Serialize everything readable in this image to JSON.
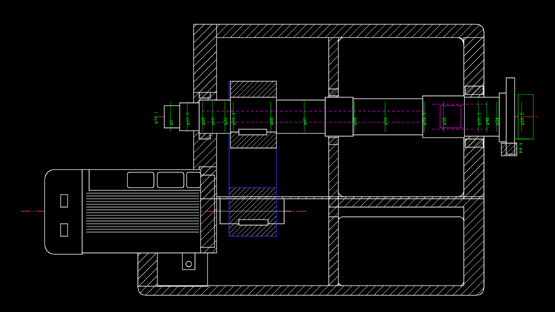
{
  "drawing": {
    "background": "#000000",
    "colors": {
      "outline": "#ffffff",
      "hatch": "#ffffff",
      "dimension": "#00ff00",
      "centerline": "#ff0000",
      "hidden": "#ff00ff",
      "gear_box": "#3333ff",
      "note": "#ffff00"
    },
    "dimension_labels": [
      "φ5",
      "φ22.5",
      "φ30",
      "φ26",
      "φ35",
      "φ29.1",
      "φ28",
      "φ42",
      "φ36",
      "φ35",
      "φ29.1",
      "φ38",
      "φ26.1",
      "φ48",
      "φ54",
      "φ28.5"
    ],
    "left_note": "φ30.1",
    "right_note": "R0.5"
  }
}
